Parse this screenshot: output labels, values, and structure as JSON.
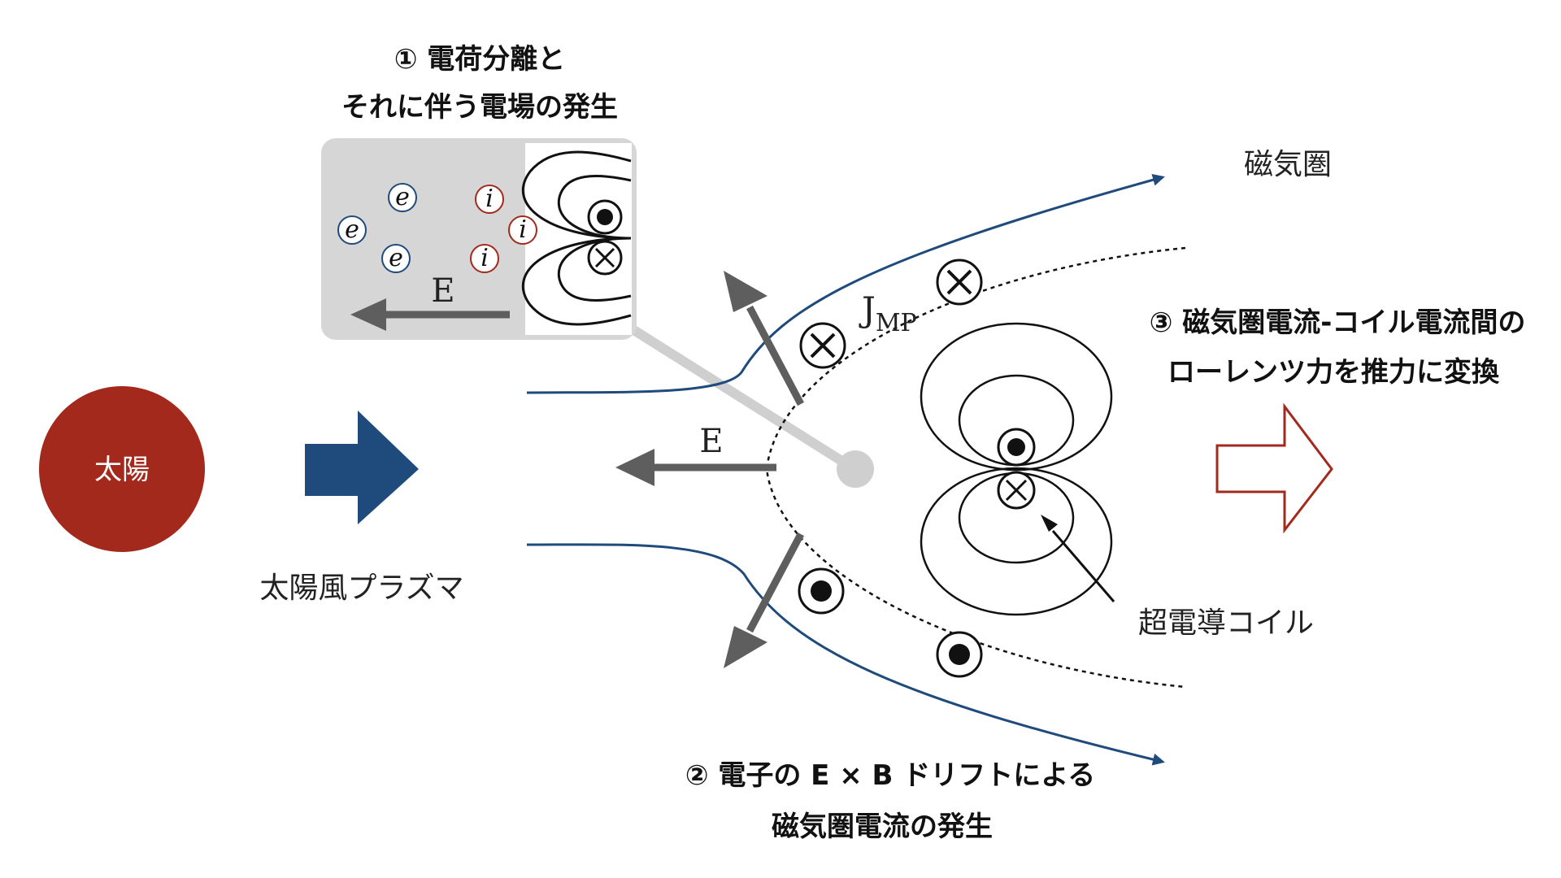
{
  "captions": {
    "step1_line1": "① 電荷分離と",
    "step1_line2": "それに伴う電場の発生",
    "step2_line1": "② 電子の E × B ドリフトによる",
    "step2_line2": "磁気圏電流の発生",
    "step3_line1": "③ 磁気圏電流-コイル電流間の",
    "step3_line2": "ローレンツ力を推力に変換"
  },
  "labels": {
    "sun": "太陽",
    "solar_wind": "太陽風プラズマ",
    "magnetosphere": "磁気圏",
    "coil": "超電導コイル",
    "efield": "E",
    "current_main": "J",
    "current_sub": "MP"
  },
  "particles": {
    "electron": "e",
    "ion": "i"
  },
  "colors": {
    "sun": "#A3291D",
    "solar_wind_arrow": "#1F4A7C",
    "magnetosphere_line": "#1F4A7C",
    "efield_arrow": "#5E5E5E",
    "thrust_arrow_outline": "#A3291D",
    "inset_fill": "#D6D6D6",
    "connector": "#CFCFCF",
    "electron": "#1F4A7C",
    "ion": "#A3291D"
  }
}
